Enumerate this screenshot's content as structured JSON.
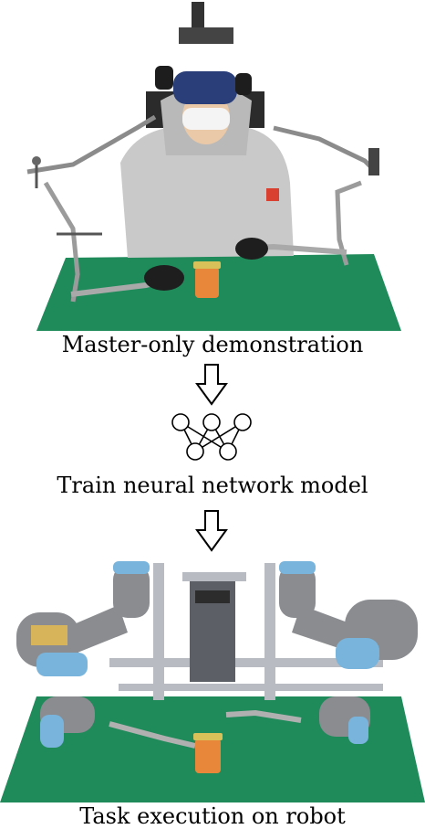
{
  "captions": {
    "step1": "Master-only demonstration",
    "step2": "Train neural network model",
    "step3": "Task execution on robot"
  },
  "icons": {
    "arrow": "down-arrow-icon",
    "network": "neural-network-icon"
  },
  "colors": {
    "table_green": "#1f8a5a",
    "robot_gray": "#8a8c90",
    "robot_blue": "#79b4dc",
    "hoodie_gray": "#c9c9c9",
    "headset_blue": "#2a3f7a"
  }
}
